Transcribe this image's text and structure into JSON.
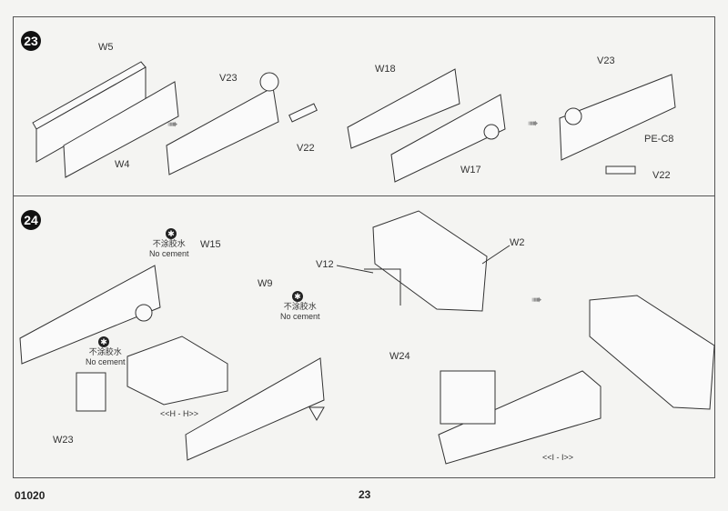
{
  "steps": {
    "step23": {
      "number": "23",
      "parts": {
        "w5": "W5",
        "w4": "W4",
        "v23a": "V23",
        "v22a": "V22",
        "w18": "W18",
        "w17": "W17",
        "v23b": "V23",
        "pec8": "PE-C8",
        "v22b": "V22"
      }
    },
    "step24": {
      "number": "24",
      "parts": {
        "w15": "W15",
        "w9": "W9",
        "v12": "V12",
        "w2": "W2",
        "w24": "W24",
        "w23": "W23"
      },
      "detail_hh": "<<H - H>>",
      "detail_ii": "<<I - I>>",
      "no_cement_cn": "不涂胶水",
      "no_cement_en": "No cement"
    }
  },
  "footer": {
    "code": "01020",
    "page": "23"
  }
}
